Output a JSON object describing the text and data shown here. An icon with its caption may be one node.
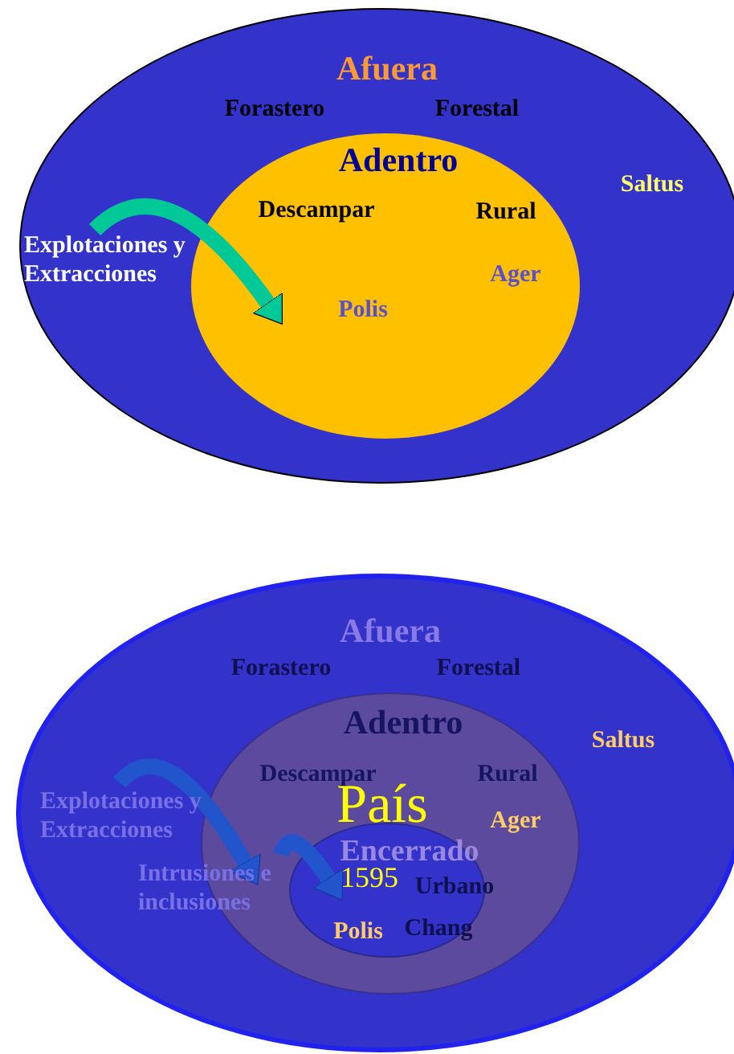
{
  "diagram": {
    "nodes": [
      {
        "text": [
          "Afuera",
          "Forastero",
          "Forestal",
          "Saltus"
        ]
      },
      {
        "text": [
          "Adentro",
          "Descampar",
          "Rural",
          "Ager",
          "Polis"
        ],
        "in": 0
      },
      {
        "text": [
          "Explotaciones y Extracciones"
        ],
        "in": 0
      },
      {
        "text": [
          "Afuera",
          "Forastero",
          "Forestal",
          "Saltus"
        ]
      },
      {
        "text": [
          "Adentro",
          "Descampar",
          "Rural",
          "Ager"
        ],
        "in": 3
      },
      {
        "text": [
          "Encerrado",
          "Urbano",
          "Polis",
          "Chang"
        ],
        "in": 4
      },
      {
        "text": [
          "Explotaciones y Extracciones"
        ],
        "in": 3
      },
      {
        "text": [
          "Intrusiones e inclusiones"
        ],
        "in": 3
      }
    ],
    "edges": [
      {
        "from": 2,
        "to": 1,
        "arrow": "to",
        "color": "#00c896"
      },
      {
        "from": 6,
        "to": 4,
        "arrow": "to"
      },
      {
        "from": 7,
        "to": 5,
        "arrow": "to"
      }
    ],
    "labels": [
      "País",
      "1595"
    ]
  }
}
